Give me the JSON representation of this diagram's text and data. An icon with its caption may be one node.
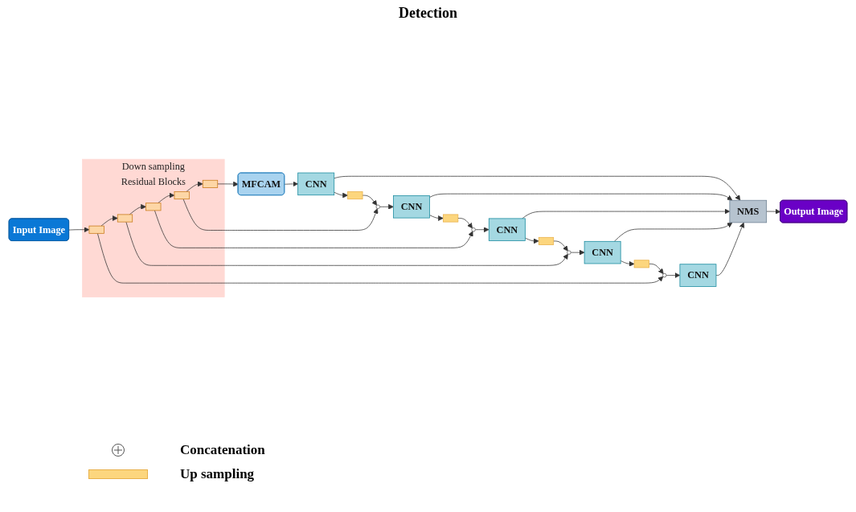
{
  "diagram": {
    "nodes": [
      {
        "text": [
          "Input Image"
        ]
      },
      {
        "text": [
          "Down sampling",
          "Residual Blocks"
        ]
      },
      {
        "text": [],
        "shape": "box",
        "in": 1
      },
      {
        "text": [],
        "shape": "box",
        "in": 1
      },
      {
        "text": [],
        "shape": "box",
        "in": 1
      },
      {
        "text": [],
        "shape": "box",
        "in": 1
      },
      {
        "text": [],
        "shape": "box",
        "in": 1
      },
      {
        "text": [
          "MFCAM"
        ]
      },
      {
        "text": [
          "CNN"
        ]
      },
      {
        "text": [],
        "shape": "bar"
      },
      {
        "text": [],
        "shape": "circle"
      },
      {
        "text": [
          "CNN"
        ]
      },
      {
        "text": [],
        "shape": "bar"
      },
      {
        "text": [],
        "shape": "circle"
      },
      {
        "text": [
          "CNN"
        ]
      },
      {
        "text": [],
        "shape": "bar"
      },
      {
        "text": [],
        "shape": "circle"
      },
      {
        "text": [
          "CNN"
        ]
      },
      {
        "text": [],
        "shape": "bar"
      },
      {
        "text": [],
        "shape": "circle"
      },
      {
        "text": [
          "CNN"
        ]
      },
      {
        "text": [
          "NMS"
        ]
      },
      {
        "text": [
          "Output Image"
        ]
      }
    ],
    "edges": [
      {
        "from": 0,
        "to": 2,
        "arrow": "to"
      },
      {
        "from": 2,
        "to": 3,
        "arrow": "to"
      },
      {
        "from": 3,
        "to": 4,
        "arrow": "to"
      },
      {
        "from": 4,
        "to": 5,
        "arrow": "to"
      },
      {
        "from": 5,
        "to": 6,
        "arrow": "to"
      },
      {
        "from": 6,
        "to": 7,
        "arrow": "to"
      },
      {
        "from": 7,
        "to": 8,
        "arrow": "to"
      },
      {
        "from": 8,
        "to": 9,
        "arrow": "to"
      },
      {
        "from": 9,
        "to": 10,
        "arrow": "to"
      },
      {
        "from": 5,
        "to": 10,
        "arrow": "to"
      },
      {
        "from": 10,
        "to": 11,
        "arrow": "to"
      },
      {
        "from": 11,
        "to": 12,
        "arrow": "to"
      },
      {
        "from": 12,
        "to": 13,
        "arrow": "to"
      },
      {
        "from": 4,
        "to": 13,
        "arrow": "to"
      },
      {
        "from": 13,
        "to": 14,
        "arrow": "to"
      },
      {
        "from": 14,
        "to": 15,
        "arrow": "to"
      },
      {
        "from": 15,
        "to": 16,
        "arrow": "to"
      },
      {
        "from": 3,
        "to": 16,
        "arrow": "to"
      },
      {
        "from": 16,
        "to": 17,
        "arrow": "to"
      },
      {
        "from": 17,
        "to": 18,
        "arrow": "to"
      },
      {
        "from": 18,
        "to": 19,
        "arrow": "to"
      },
      {
        "from": 2,
        "to": 19,
        "arrow": "to"
      },
      {
        "from": 19,
        "to": 20,
        "arrow": "to"
      },
      {
        "from": 8,
        "to": 21,
        "arrow": "to"
      },
      {
        "from": 11,
        "to": 21,
        "arrow": "to"
      },
      {
        "from": 14,
        "to": 21,
        "arrow": "to"
      },
      {
        "from": 17,
        "to": 21,
        "arrow": "to"
      },
      {
        "from": 20,
        "to": 21,
        "arrow": "to"
      },
      {
        "from": 21,
        "to": 22,
        "arrow": "to"
      }
    ],
    "labels": [
      "Detection"
    ],
    "legend": [
      {
        "text": "Concatenation"
      },
      {
        "text": "Up sampling",
        "color": "#fcd67e"
      }
    ]
  }
}
